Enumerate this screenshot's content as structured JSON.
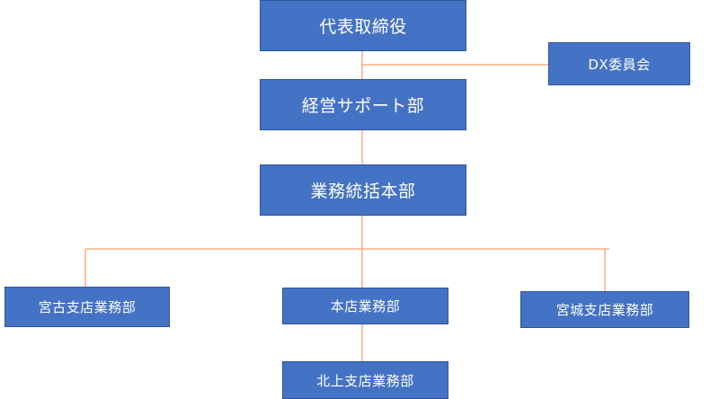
{
  "org_chart": {
    "connector_color": "#f4b183",
    "box_color": "#4472c4",
    "nodes": {
      "ceo": "代表取締役",
      "dx_committee": "DX委員会",
      "management_support": "経営サポート部",
      "operations_hq": "業務統括本部",
      "miyako_branch": "宮古支店業務部",
      "main_branch": "本店業務部",
      "miyagi_branch": "宮城支店業務部",
      "kitakami_branch": "北上支店業務部"
    }
  }
}
